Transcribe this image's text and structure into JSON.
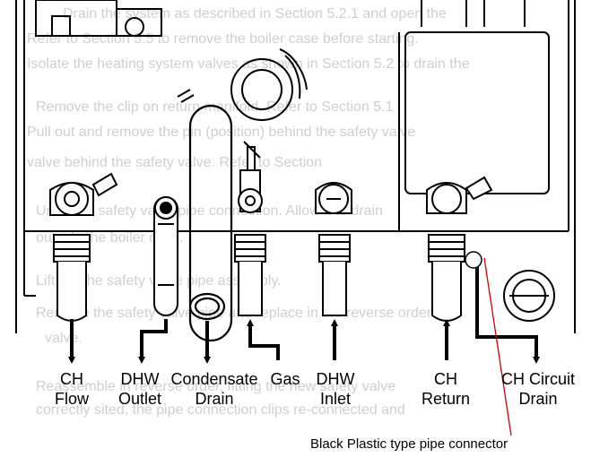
{
  "diagram": {
    "labels": {
      "ch_flow": [
        "CH",
        "Flow"
      ],
      "dhw_outlet": [
        "DHW",
        "Outlet"
      ],
      "condensate_drain": [
        "Condensate",
        "Drain"
      ],
      "gas": [
        "Gas"
      ],
      "dhw_inlet": [
        "DHW",
        "Inlet"
      ],
      "ch_return": [
        "CH",
        "Return"
      ],
      "ch_circuit_drain": [
        "CH Circuit",
        "Drain"
      ]
    },
    "callout": "Black Plastic type pipe connector",
    "colors": {
      "ink": "#000000",
      "callout_line": "#cc0000",
      "faded_text": "#c8c8c8"
    }
  }
}
